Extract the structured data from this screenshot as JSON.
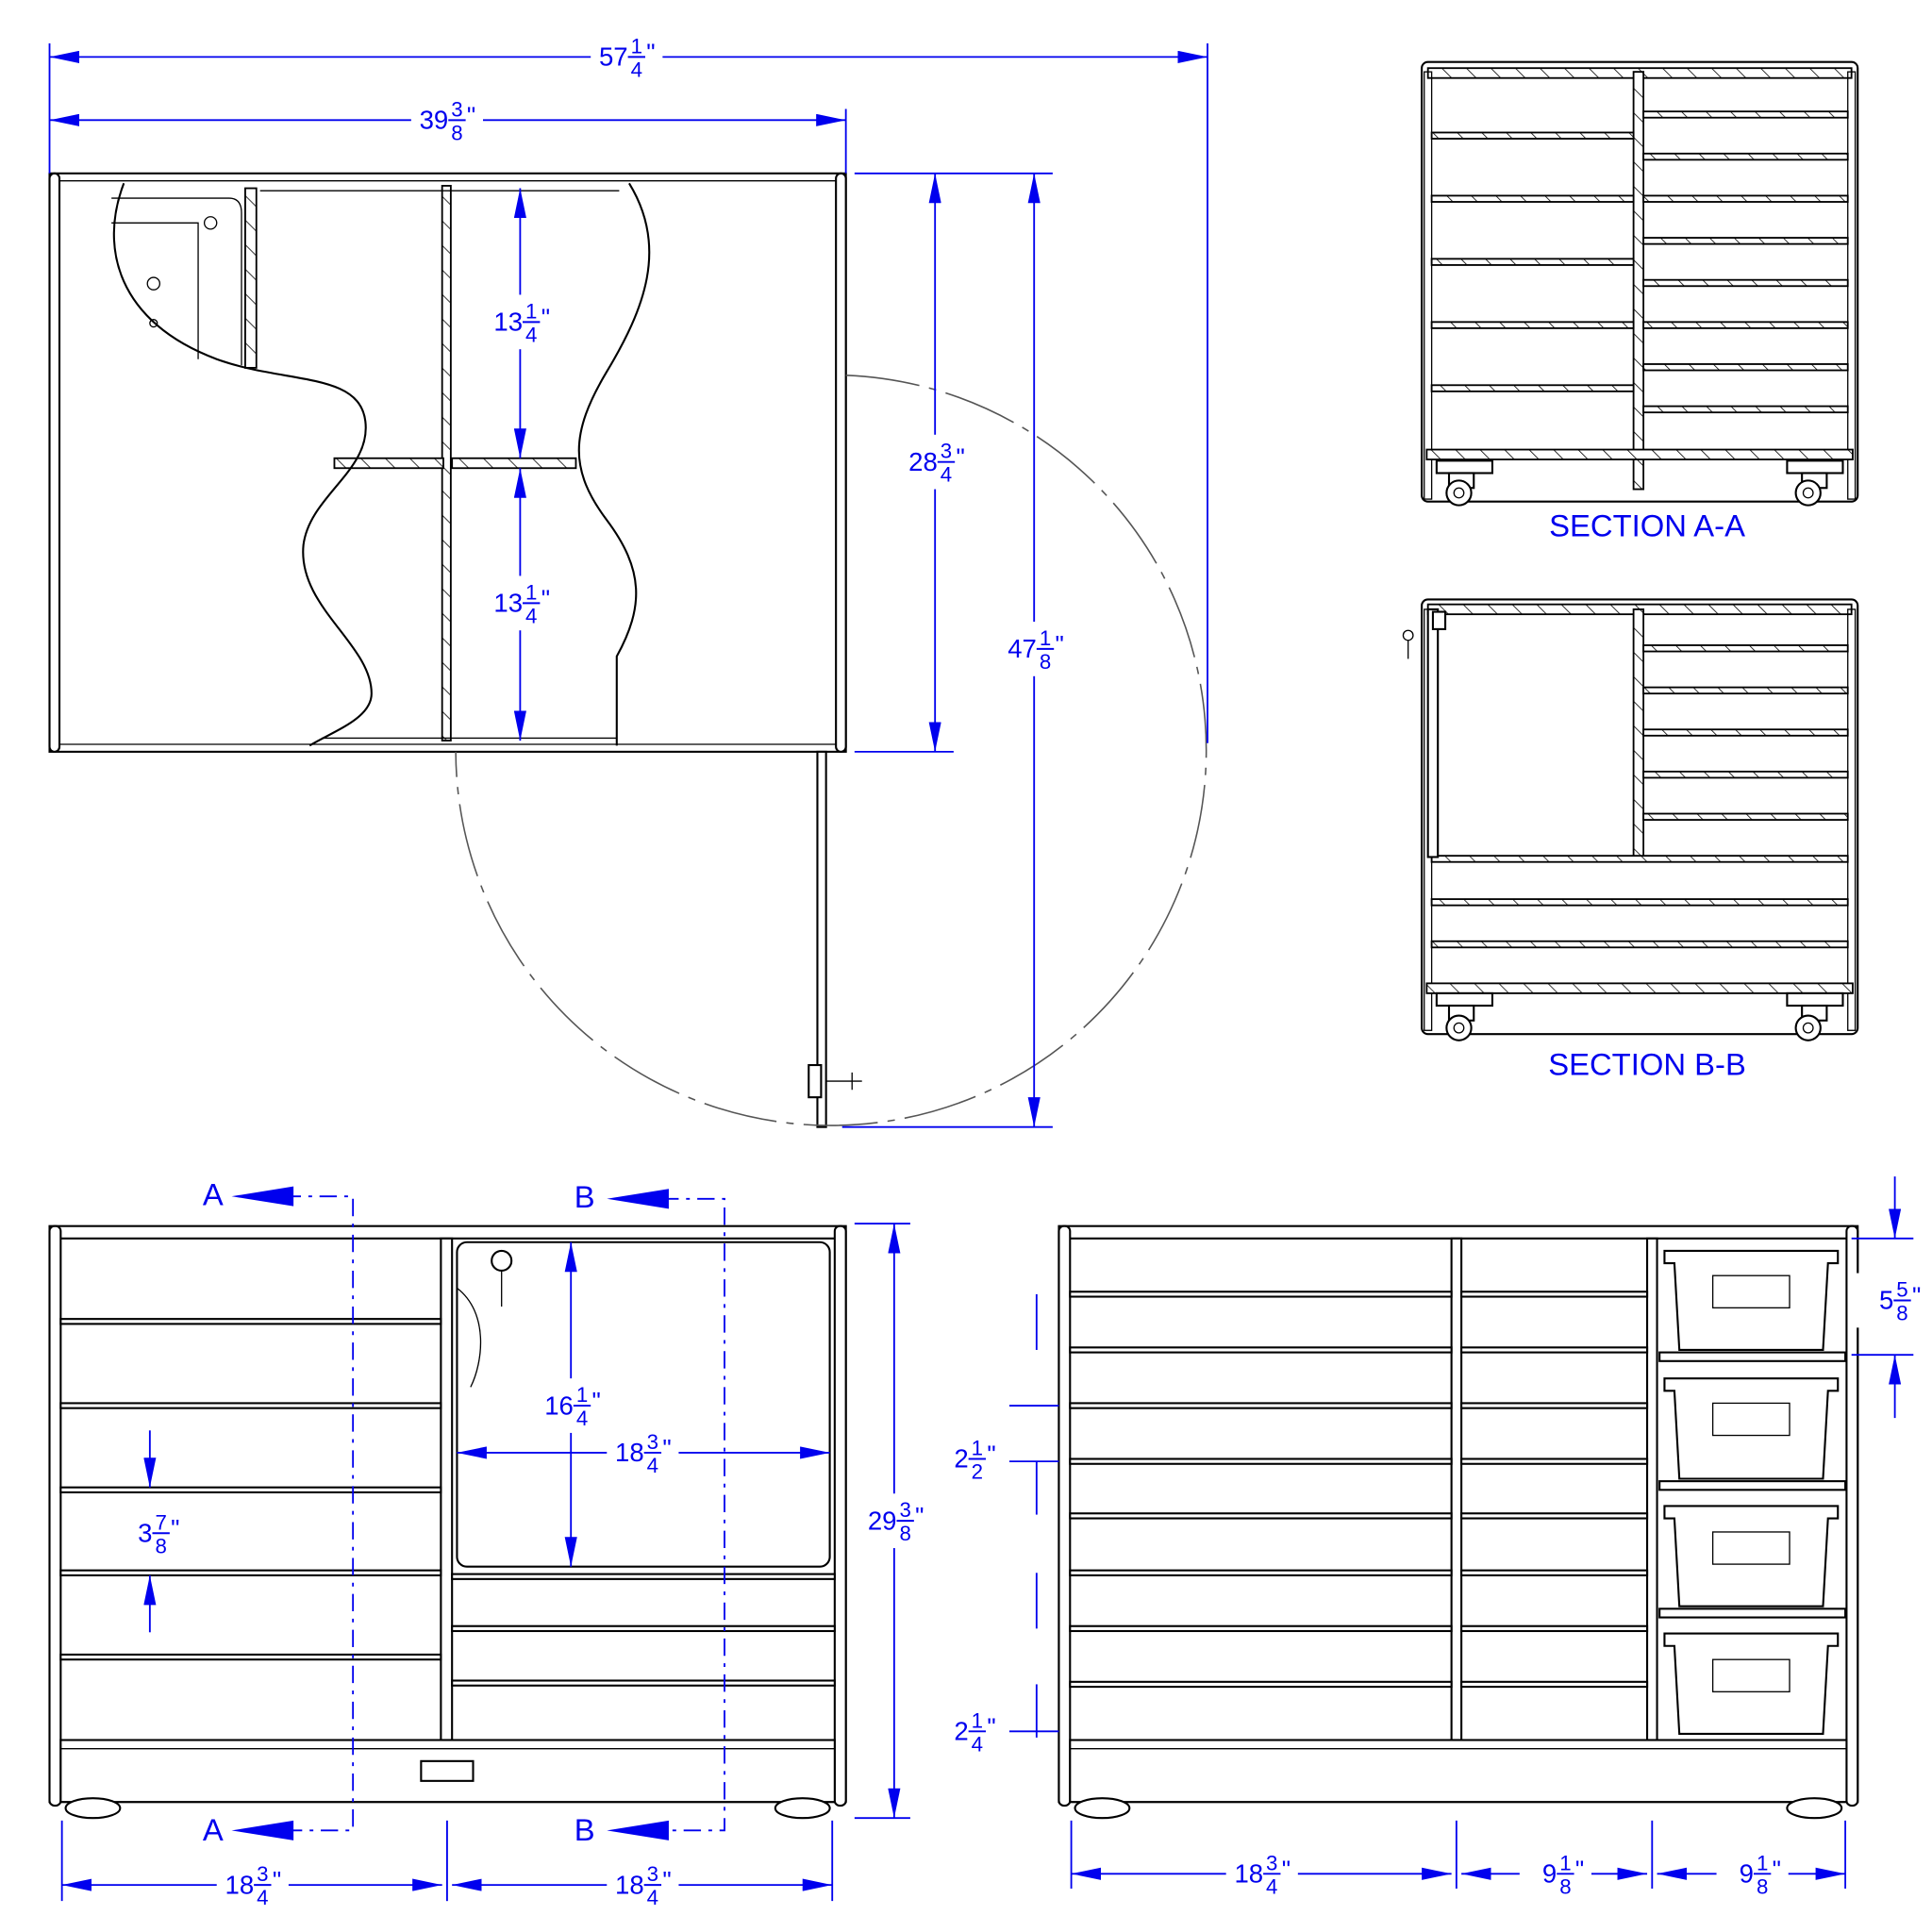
{
  "title": "Mobile storage cabinet shop drawing",
  "unit": "\"",
  "dims": [
    {
      "id": "overall-swing-width",
      "whole": "57",
      "num": "1",
      "den": "4"
    },
    {
      "id": "top-width",
      "whole": "39",
      "num": "3",
      "den": "8"
    },
    {
      "id": "top-depth",
      "whole": "28",
      "num": "3",
      "den": "4"
    },
    {
      "id": "swing-depth",
      "whole": "47",
      "num": "1",
      "den": "8"
    },
    {
      "id": "upper-compartment",
      "whole": "13",
      "num": "1",
      "den": "4"
    },
    {
      "id": "lower-compartment",
      "whole": "13",
      "num": "1",
      "den": "4"
    },
    {
      "id": "door-height",
      "whole": "16",
      "num": "1",
      "den": "4"
    },
    {
      "id": "door-width",
      "whole": "18",
      "num": "3",
      "den": "4"
    },
    {
      "id": "left-shelf-spacing",
      "whole": "3",
      "num": "7",
      "den": "8"
    },
    {
      "id": "front-height",
      "whole": "29",
      "num": "3",
      "den": "8"
    },
    {
      "id": "front-left-bay",
      "whole": "18",
      "num": "3",
      "den": "4"
    },
    {
      "id": "front-right-bay",
      "whole": "18",
      "num": "3",
      "den": "4"
    },
    {
      "id": "back-left-bay",
      "whole": "18",
      "num": "3",
      "den": "4"
    },
    {
      "id": "back-middle-bay",
      "whole": "9",
      "num": "1",
      "den": "8"
    },
    {
      "id": "back-bin-bay",
      "whole": "9",
      "num": "1",
      "den": "8"
    },
    {
      "id": "bin-spacing",
      "whole": "5",
      "num": "5",
      "den": "8"
    },
    {
      "id": "shelf-spacing-upper",
      "whole": "2",
      "num": "1",
      "den": "2"
    },
    {
      "id": "shelf-spacing-lower",
      "whole": "2",
      "num": "1",
      "den": "4"
    }
  ],
  "sections": {
    "a_label": "SECTION A-A",
    "b_label": "SECTION B-B"
  },
  "markers": {
    "a": "A",
    "b": "B"
  },
  "colors": {
    "dimension": "#0000ee",
    "line": "#000000"
  }
}
